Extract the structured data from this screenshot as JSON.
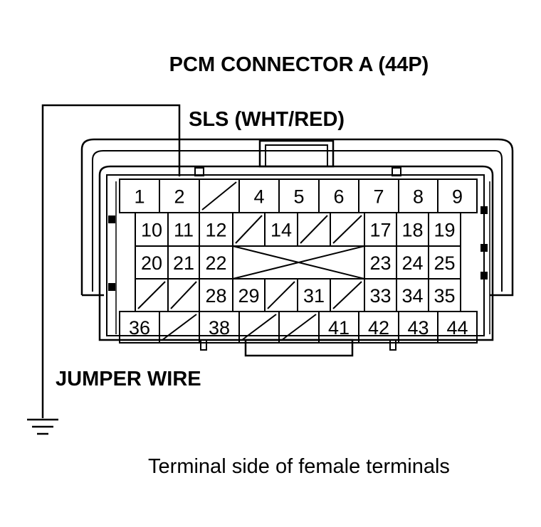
{
  "title": "PCM CONNECTOR A (44P)",
  "wire_label": "SLS (WHT/RED)",
  "jumper_label": "JUMPER WIRE",
  "caption": "Terminal side of female terminals",
  "rows": [
    [
      "1",
      "2",
      "",
      "4",
      "5",
      "6",
      "7",
      "8",
      "9"
    ],
    [
      "10",
      "11",
      "12",
      "",
      "14",
      "",
      "",
      "17",
      "18",
      "19"
    ],
    [
      "20",
      "21",
      "22",
      "23",
      "24",
      "25"
    ],
    [
      "",
      "",
      "28",
      "29",
      "",
      "31",
      "",
      "33",
      "34",
      "35"
    ],
    [
      "36",
      "",
      "38",
      "",
      "",
      "41",
      "42",
      "43",
      "44"
    ]
  ]
}
